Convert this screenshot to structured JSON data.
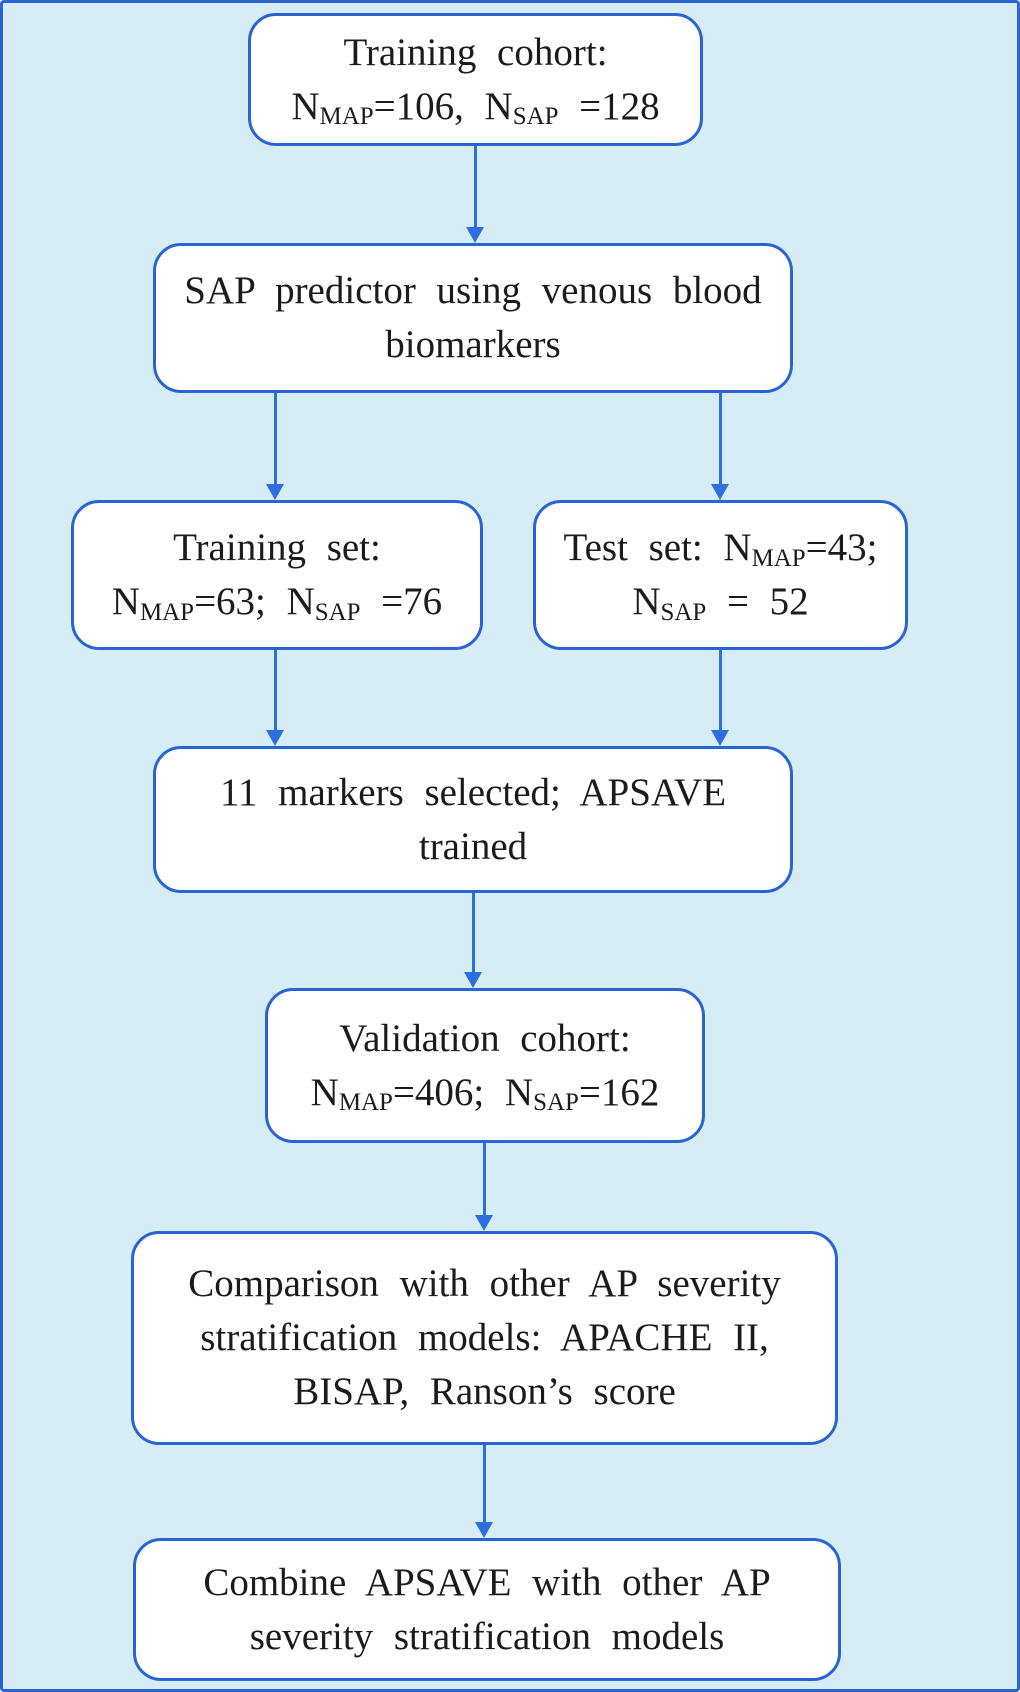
{
  "colors": {
    "background": "#d7edf6",
    "box_fill": "#ffffff",
    "box_border": "#2a63d4",
    "arrow": "#2e6fe0",
    "text": "#1b1b1b"
  },
  "boxes": [
    {
      "name": "training-cohort",
      "lines": [
        [
          {
            "text": "Training cohort:"
          }
        ],
        [
          {
            "text": "N"
          },
          {
            "text": "MAP",
            "sub": true
          },
          {
            "text": "=106, N"
          },
          {
            "text": "SAP",
            "sub": true
          },
          {
            "text": " =128"
          }
        ]
      ]
    },
    {
      "name": "sap-predictor",
      "lines": [
        [
          {
            "text": "SAP predictor using venous blood"
          }
        ],
        [
          {
            "text": "biomarkers"
          }
        ]
      ]
    },
    {
      "name": "training-set",
      "lines": [
        [
          {
            "text": "Training set:"
          }
        ],
        [
          {
            "text": "N"
          },
          {
            "text": "MAP",
            "sub": true
          },
          {
            "text": "=63; N"
          },
          {
            "text": "SAP",
            "sub": true
          },
          {
            "text": " =76"
          }
        ]
      ]
    },
    {
      "name": "test-set",
      "lines": [
        [
          {
            "text": "Test set: N"
          },
          {
            "text": "MAP",
            "sub": true
          },
          {
            "text": "=43;"
          }
        ],
        [
          {
            "text": "N"
          },
          {
            "text": "SAP",
            "sub": true
          },
          {
            "text": " = 52"
          }
        ]
      ]
    },
    {
      "name": "markers-selected",
      "lines": [
        [
          {
            "text": "11 markers selected; APSAVE"
          }
        ],
        [
          {
            "text": "trained"
          }
        ]
      ]
    },
    {
      "name": "validation-cohort",
      "lines": [
        [
          {
            "text": "Validation cohort:"
          }
        ],
        [
          {
            "text": "N"
          },
          {
            "text": "MAP",
            "sub": true
          },
          {
            "text": "=406; N"
          },
          {
            "text": "SAP",
            "sub": true
          },
          {
            "text": "=162"
          }
        ]
      ]
    },
    {
      "name": "comparison-models",
      "lines": [
        [
          {
            "text": "Comparison with other AP severity"
          }
        ],
        [
          {
            "text": "stratification models: APACHE II,"
          }
        ],
        [
          {
            "text": "BISAP, Ranson’s score"
          }
        ]
      ]
    },
    {
      "name": "combine-models",
      "lines": [
        [
          {
            "text": "Combine APSAVE with other AP"
          }
        ],
        [
          {
            "text": "severity stratification models"
          }
        ]
      ]
    }
  ],
  "arrows": [
    {
      "from": "training-cohort",
      "to": "sap-predictor"
    },
    {
      "from": "sap-predictor",
      "to": "training-set"
    },
    {
      "from": "sap-predictor",
      "to": "test-set"
    },
    {
      "from": "training-set",
      "to": "markers-selected"
    },
    {
      "from": "test-set",
      "to": "markers-selected"
    },
    {
      "from": "markers-selected",
      "to": "validation-cohort"
    },
    {
      "from": "validation-cohort",
      "to": "comparison-models"
    },
    {
      "from": "comparison-models",
      "to": "combine-models"
    }
  ]
}
